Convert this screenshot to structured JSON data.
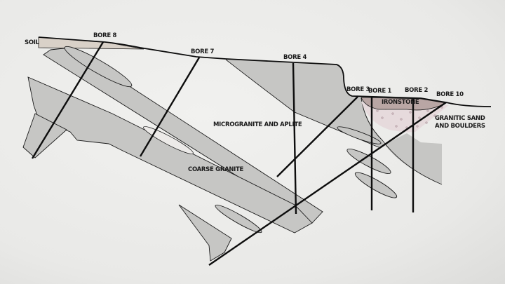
{
  "labels": {
    "soil": "SOIL",
    "microgranite": "MICROGRANITE AND APLITE",
    "coarse_granite": "COARSE GRANITE",
    "ironstone": "IRONSTONE",
    "granitic_sand_1": "GRANITIC SAND",
    "granitic_sand_2": "AND BOULDERS"
  },
  "bores": [
    "BORE 8",
    "BORE 7",
    "BORE 4",
    "BORE 3",
    "BORE 1",
    "BORE 2",
    "BORE 10"
  ],
  "colors": {
    "rock": "#c6c6c4",
    "soil": "#d9d1c8",
    "ironstone": "#b9a6a4",
    "sand": "#e6dadc"
  }
}
